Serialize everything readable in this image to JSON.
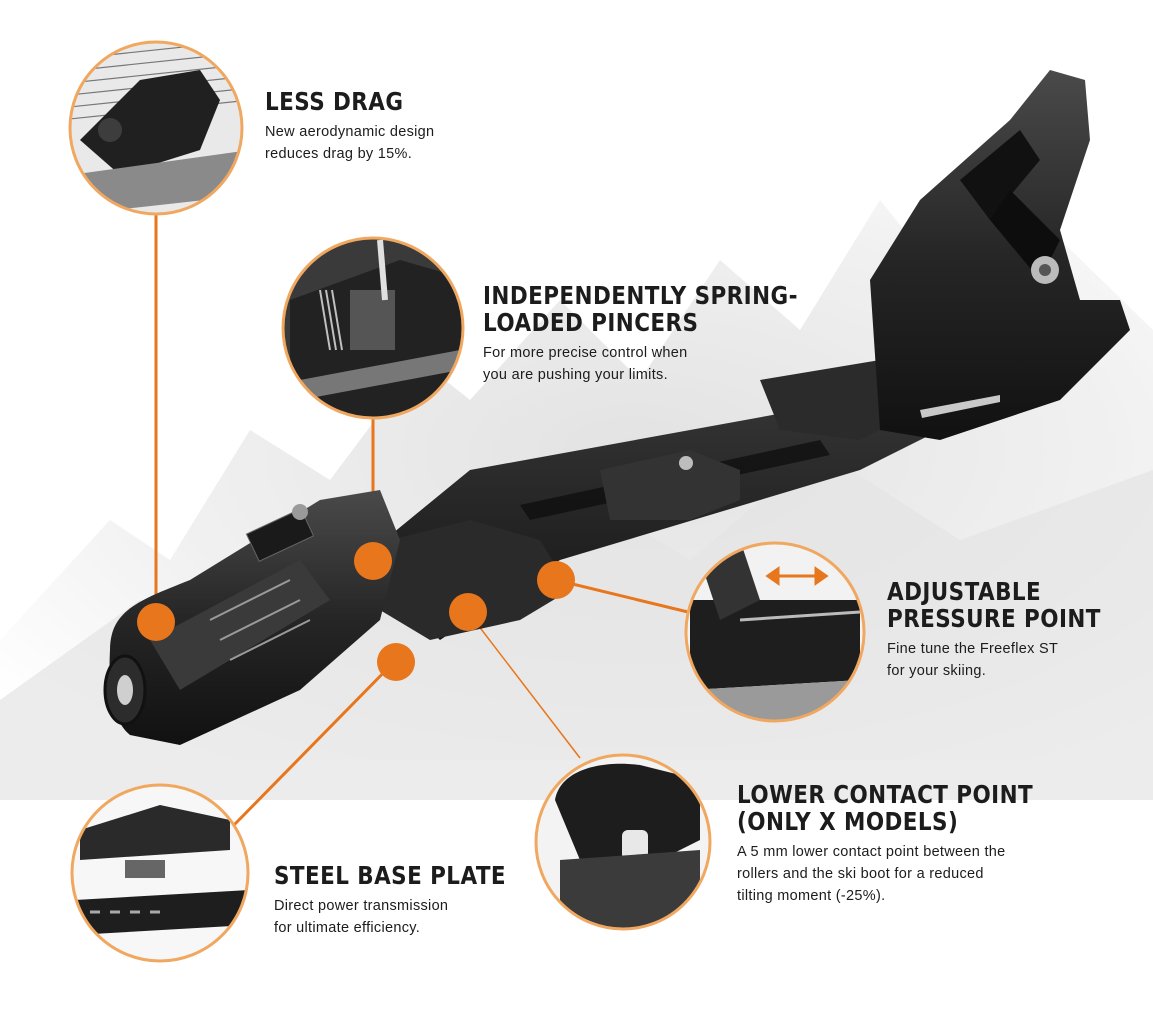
{
  "features": [
    {
      "id": "less-drag",
      "title_lines": [
        "LESS DRAG"
      ],
      "desc_lines": [
        "New aerodynamic design",
        "reduces drag by 15%."
      ]
    },
    {
      "id": "pincers",
      "title_lines": [
        "INDEPENDENTLY SPRING-",
        "LOADED PINCERS"
      ],
      "desc_lines": [
        "For more precise control when",
        "you are pushing your limits."
      ]
    },
    {
      "id": "pressure-point",
      "title_lines": [
        "ADJUSTABLE",
        "PRESSURE POINT"
      ],
      "desc_lines": [
        "Fine tune the Freeflex ST",
        "for your skiing."
      ]
    },
    {
      "id": "contact-point",
      "title_lines": [
        "LOWER CONTACT POINT",
        "(ONLY X MODELS)"
      ],
      "desc_lines": [
        "A 5 mm lower contact point between the",
        "rollers and the ski boot for a reduced",
        "tilting moment (-25%)."
      ]
    },
    {
      "id": "base-plate",
      "title_lines": [
        "STEEL BASE PLATE"
      ],
      "desc_lines": [
        "Direct power transmission",
        "for ultimate efficiency."
      ]
    }
  ],
  "colors": {
    "accent": "#e8761c",
    "ring": "#f0a860",
    "product": "#1e1e1e",
    "text": "#1c1c1c"
  }
}
